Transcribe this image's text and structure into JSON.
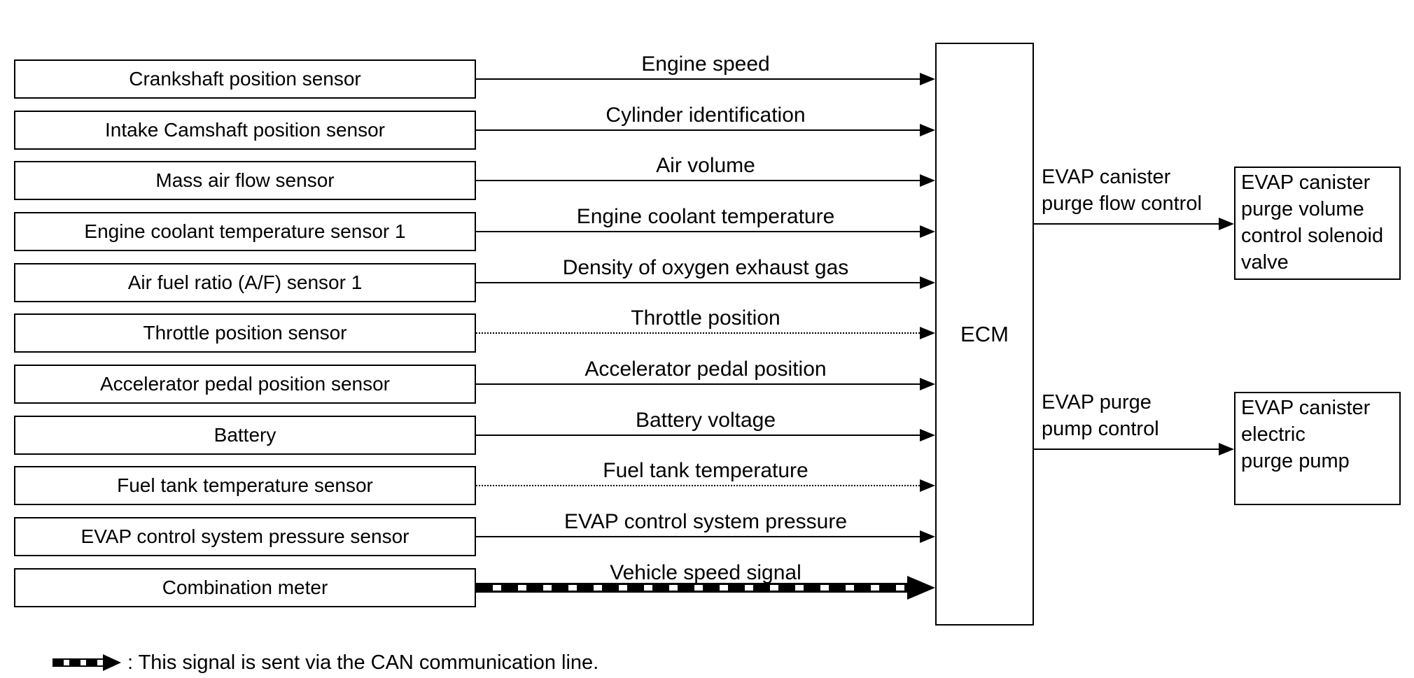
{
  "diagram": {
    "ecu_label": "ECM",
    "inputs": [
      {
        "source": "Crankshaft position sensor",
        "signal": "Engine speed",
        "line_style": "solid"
      },
      {
        "source": "Intake Camshaft position sensor",
        "signal": "Cylinder identification",
        "line_style": "solid"
      },
      {
        "source": "Mass air flow sensor",
        "signal": "Air volume",
        "line_style": "solid"
      },
      {
        "source": "Engine coolant temperature sensor 1",
        "signal": "Engine coolant temperature",
        "line_style": "solid"
      },
      {
        "source": "Air fuel ratio (A/F) sensor 1",
        "signal": "Density of oxygen exhaust gas",
        "line_style": "solid"
      },
      {
        "source": "Throttle position sensor",
        "signal": "Throttle position",
        "line_style": "dotted"
      },
      {
        "source": "Accelerator pedal position sensor",
        "signal": "Accelerator pedal position",
        "line_style": "solid"
      },
      {
        "source": "Battery",
        "signal": "Battery voltage",
        "line_style": "solid"
      },
      {
        "source": "Fuel tank temperature sensor",
        "signal": "Fuel tank temperature",
        "line_style": "dotted"
      },
      {
        "source": "EVAP control system pressure sensor",
        "signal": "EVAP control system pressure",
        "line_style": "solid"
      },
      {
        "source": "Combination meter",
        "signal": "Vehicle speed signal",
        "line_style": "can-bus"
      }
    ],
    "outputs": [
      {
        "control_signal": "EVAP canister\npurge flow control",
        "actuator": "EVAP canister\npurge volume\ncontrol solenoid\nvalve"
      },
      {
        "control_signal": "EVAP purge\npump control",
        "actuator": "EVAP canister\nelectric\npurge pump"
      }
    ],
    "legend": {
      "label": ": This signal is sent via the CAN communication line.",
      "arrow_meaning": "CAN communication line signal"
    },
    "colors": {
      "line": "#000000",
      "background": "#ffffff",
      "text": "#000000"
    }
  }
}
